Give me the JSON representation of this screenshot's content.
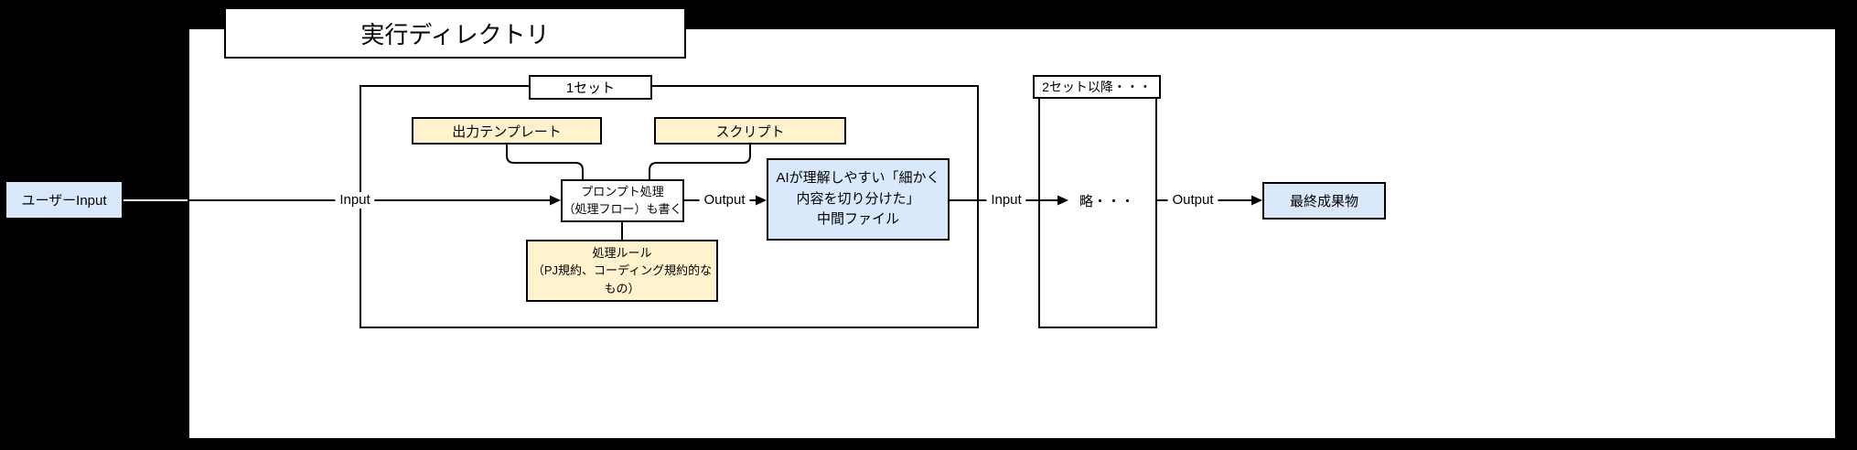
{
  "title": "実行ディレクトリ",
  "containers": {
    "set1": "1セット",
    "set2": "2セット以降・・・"
  },
  "nodes": {
    "user_input": "ユーザーInput",
    "output_template": "出力テンプレート",
    "script": "スクリプト",
    "prompt_processing": [
      "プロンプト処理",
      "（処理フロー）も書く"
    ],
    "processing_rules": [
      "処理ルール",
      "（PJ規約、コーディング規約的な",
      "もの）"
    ],
    "intermediate_file": [
      "AIが理解しやすい「細かく",
      "内容を切り分けた」",
      "中間ファイル"
    ],
    "abbreviation": "略・・・",
    "final_output": "最終成果物"
  },
  "edge_labels": {
    "input1": "Input",
    "output1": "Output",
    "input2": "Input",
    "output2": "Output"
  },
  "colors": {
    "background": "#000000",
    "node_yellow": "#fff2cc",
    "node_blue": "#dae8fc",
    "stroke": "#000000",
    "container_fill": "#ffffff"
  }
}
